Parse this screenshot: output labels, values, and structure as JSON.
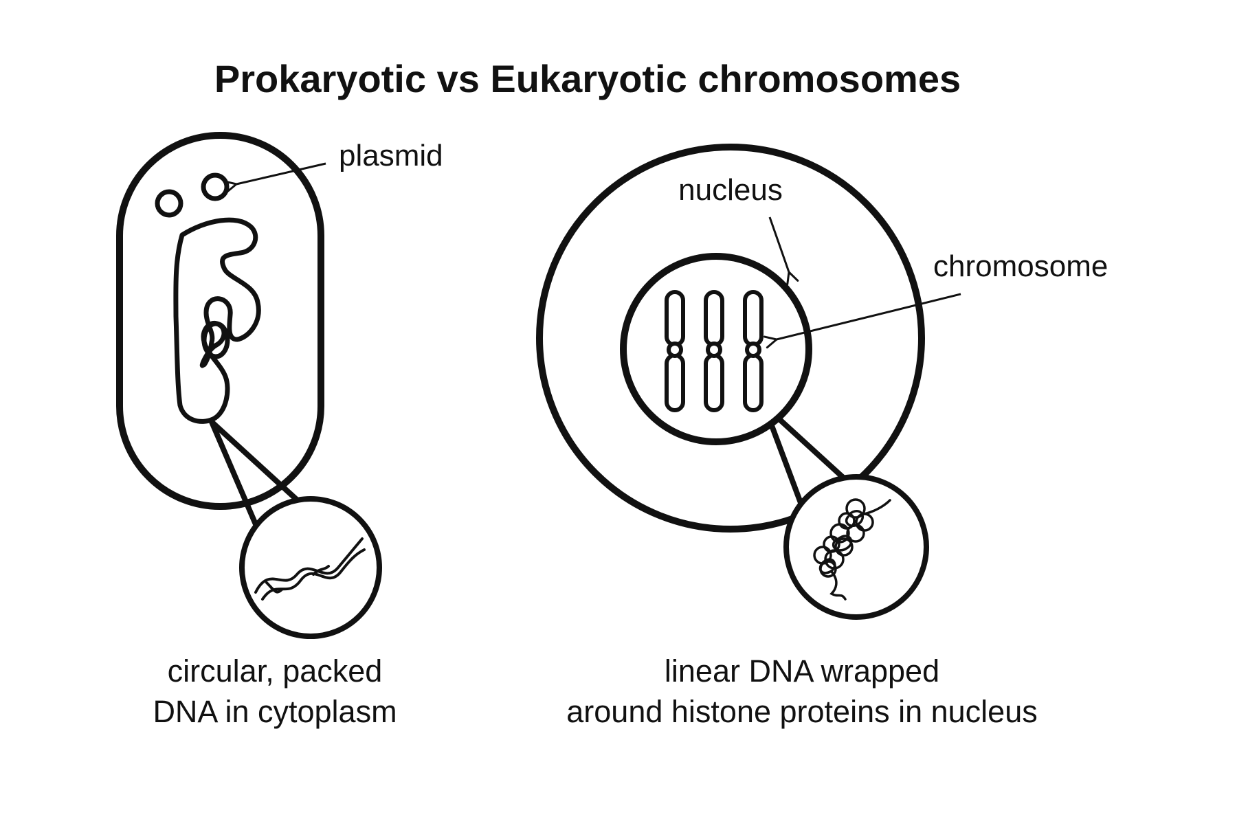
{
  "title": "Prokaryotic vs Eukaryotic chromosomes",
  "prokaryote": {
    "label_plasmid": "plasmid",
    "caption_line1": "circular, packed",
    "caption_line2": "DNA in cytoplasm"
  },
  "eukaryote": {
    "label_nucleus": "nucleus",
    "label_chromosome": "chromosome",
    "caption_line1": "linear DNA wrapped",
    "caption_line2": "around histone proteins in nucleus"
  },
  "colors": {
    "stroke": "#111111",
    "background": "#ffffff"
  }
}
